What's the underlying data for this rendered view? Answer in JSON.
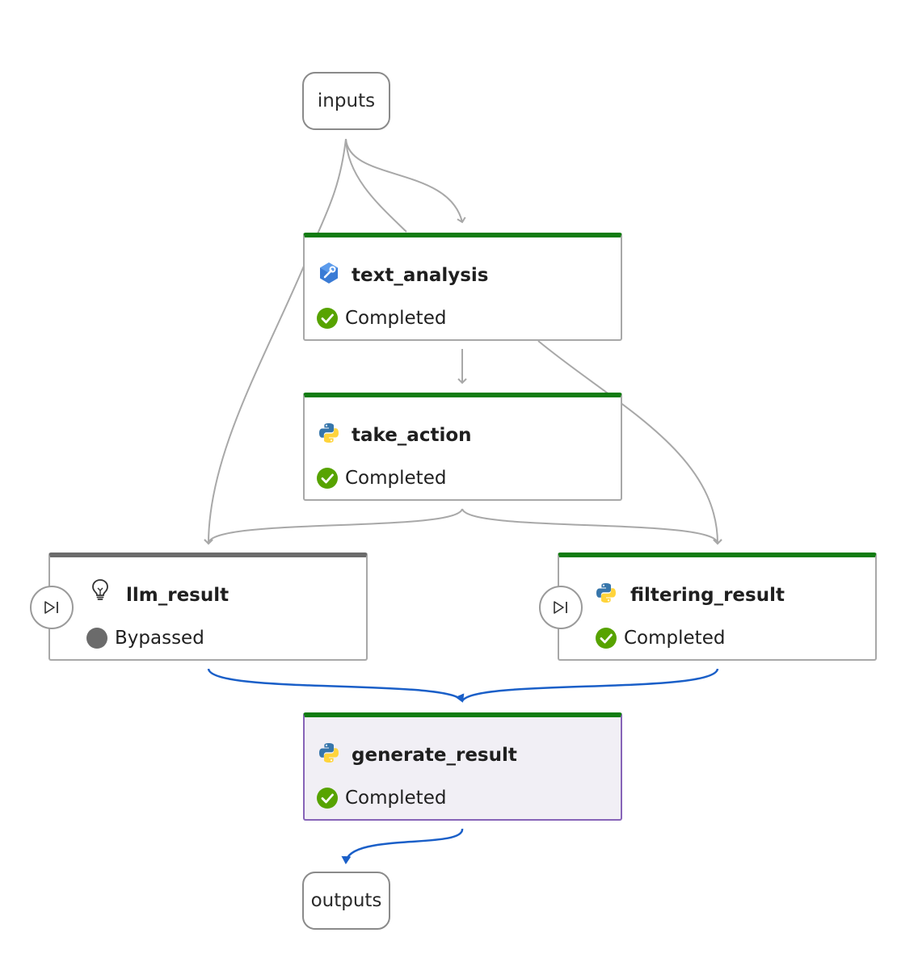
{
  "flow": {
    "inputs_label": "inputs",
    "outputs_label": "outputs",
    "nodes": [
      {
        "name": "text_analysis",
        "type_icon": "tool-icon",
        "status": "Completed",
        "status_icon": "check-circle-icon"
      },
      {
        "name": "take_action",
        "type_icon": "python-icon",
        "status": "Completed",
        "status_icon": "check-circle-icon"
      },
      {
        "name": "llm_result",
        "type_icon": "lightbulb-icon",
        "status": "Bypassed",
        "status_icon": "gray-dot-icon"
      },
      {
        "name": "filtering_result",
        "type_icon": "python-icon",
        "status": "Completed",
        "status_icon": "check-circle-icon"
      },
      {
        "name": "generate_result",
        "type_icon": "python-icon",
        "status": "Completed",
        "status_icon": "check-circle-icon"
      }
    ]
  },
  "colors": {
    "completed_bar": "#107c10",
    "bypassed_bar": "#6b6b6b",
    "selected_border": "#8764b8",
    "selected_background": "#f1eff5",
    "edge_gray": "#a8a8a8",
    "edge_active": "#1a5fc8",
    "check_green": "#57a300"
  }
}
